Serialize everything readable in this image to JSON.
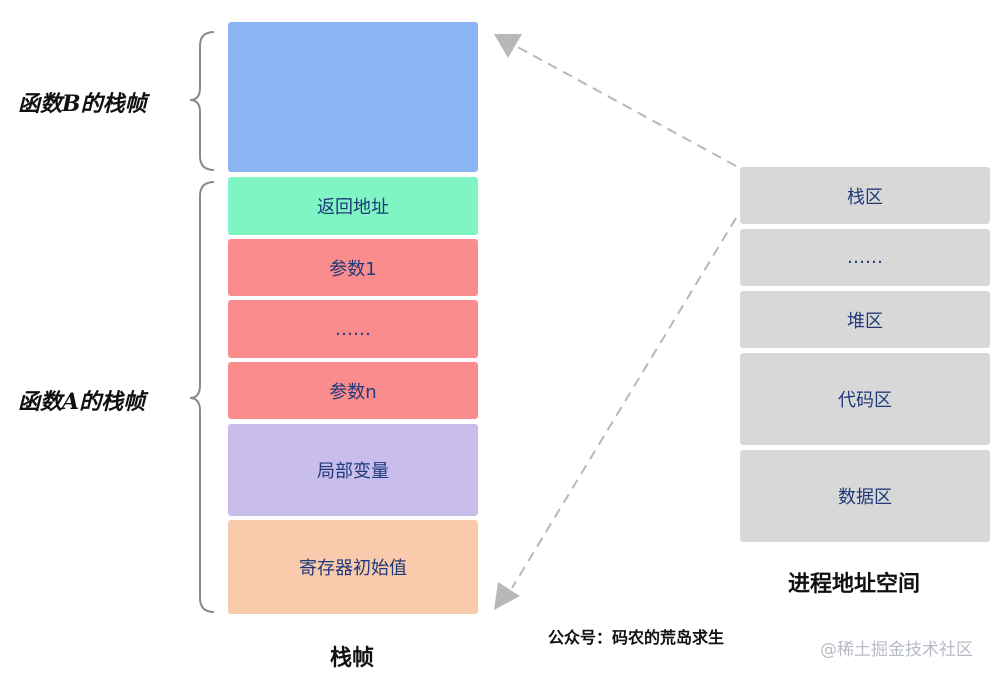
{
  "stack_frame": {
    "blocks": [
      {
        "label": "",
        "color": "#8bb4f5"
      },
      {
        "label": "返回地址",
        "color": "#7ff5c4"
      },
      {
        "label": "参数1",
        "color": "#fb8c8e"
      },
      {
        "label": "……",
        "color": "#fb8c8e"
      },
      {
        "label": "参数n",
        "color": "#fb8c8e"
      },
      {
        "label": "局部变量",
        "color": "#c9bdec"
      },
      {
        "label": "寄存器初始值",
        "color": "#f9cbac"
      }
    ],
    "caption": "栈帧"
  },
  "frames": {
    "b_label": "函数B的栈帧",
    "a_label": "函数A的栈帧"
  },
  "address_space": {
    "blocks": [
      {
        "label": "栈区",
        "color": "#d8d8d8"
      },
      {
        "label": "……",
        "color": "#d8d8d8"
      },
      {
        "label": "堆区",
        "color": "#d8d8d8"
      },
      {
        "label": "代码区",
        "color": "#d8d8d8"
      },
      {
        "label": "数据区",
        "color": "#d8d8d8"
      }
    ],
    "caption": "进程地址空间"
  },
  "footer": {
    "wechat": "公众号：码农的荒岛求生",
    "watermark": "@稀土掘金技术社区"
  },
  "colors": {
    "brace": "#8a8a8a",
    "arrow": "#b8b8b8",
    "block_text": "#1f3a7a"
  }
}
